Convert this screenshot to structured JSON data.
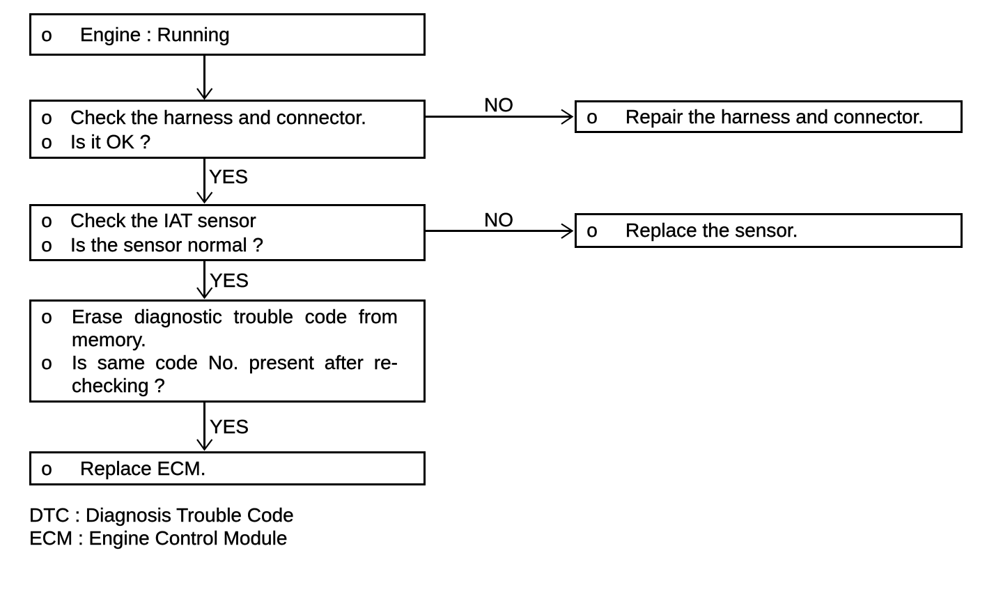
{
  "labels": {
    "bullet": "o",
    "yes": "YES",
    "no": "NO"
  },
  "boxes": {
    "start": {
      "text": "Engine : Running"
    },
    "check_harness": {
      "line1": "Check the harness and connector.",
      "line2": "Is it OK ?"
    },
    "repair_harness": {
      "text": "Repair the harness and connector."
    },
    "check_iat": {
      "line1": "Check the IAT sensor",
      "line2": "Is the sensor normal ?"
    },
    "replace_sensor": {
      "text": "Replace the sensor."
    },
    "erase_dtc": {
      "item1": {
        "line1": "Erase diagnostic trouble code from",
        "line2": "memory."
      },
      "item2": {
        "line1": "Is same code No. present after re-",
        "line2": "checking ?"
      }
    },
    "replace_ecm": {
      "text": "Replace ECM."
    }
  },
  "legend": {
    "dtc": "DTC : Diagnosis Trouble Code",
    "ecm": "ECM : Engine Control Module"
  }
}
